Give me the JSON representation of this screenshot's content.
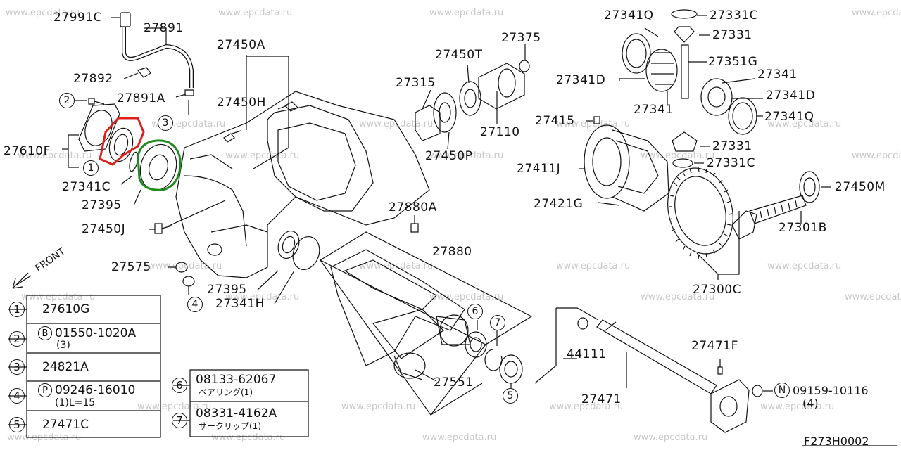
{
  "watermark": "www.epcdata.ru",
  "figure_code": "F273H0002",
  "front_label": "FRONT",
  "part_labels": {
    "p27991C": "27991C",
    "p27891": "27891",
    "p27892": "27892",
    "p27891A": "27891A",
    "p27610F": "27610F",
    "p27341C": "27341C",
    "p27395a": "27395",
    "p27450J": "27450J",
    "p27575": "27575",
    "p27395b": "27395",
    "p27341H": "27341H",
    "p27450A": "27450A",
    "p27450H": "27450H",
    "p27315": "27315",
    "p27450T": "27450T",
    "p27375": "27375",
    "p27110": "27110",
    "p27450P": "27450P",
    "p27880A": "27880A",
    "p27880": "27880",
    "p27551": "27551",
    "p44111": "44111",
    "p27471": "27471",
    "p27471F": "27471F",
    "p27341Q_top": "27341Q",
    "p27331C_top": "27331C",
    "p27331_top": "27331",
    "p27351G": "27351G",
    "p27341D_left": "27341D",
    "p27341_right": "27341",
    "p27341D_right": "27341D",
    "p27341_mid": "27341",
    "p27341Q_right": "27341Q",
    "p27415": "27415",
    "p27331_mid": "27331",
    "p27411J": "27411J",
    "p27331C_mid": "27331C",
    "p27450M": "27450M",
    "p27421G": "27421G",
    "p27301B": "27301B",
    "p27300C": "27300C"
  },
  "callouts": {
    "c1": "1",
    "c2": "2",
    "c3": "3",
    "c4": "4",
    "c5": "5",
    "c6": "6",
    "c7": "7"
  },
  "nut_callout": {
    "badge": "N",
    "code": "09159-10116",
    "qty": "(4)"
  },
  "legend": [
    {
      "num": "1",
      "text": "27610G",
      "sub": ""
    },
    {
      "num": "2",
      "badge": "B",
      "text": "01550-1020A",
      "sub": "(3)"
    },
    {
      "num": "3",
      "text": "24821A",
      "sub": ""
    },
    {
      "num": "4",
      "badge": "P",
      "text": "09246-16010",
      "sub": "(1)L=15"
    },
    {
      "num": "5",
      "text": "27471C",
      "sub": ""
    }
  ],
  "legend2": [
    {
      "num": "6",
      "text": "08133-62067",
      "sub": "ベアリング(1)"
    },
    {
      "num": "7",
      "text": "08331-4162A",
      "sub": "サークリップ(1)"
    }
  ],
  "highlights": {
    "red": "#e0201c",
    "green": "#1f8a1f"
  }
}
